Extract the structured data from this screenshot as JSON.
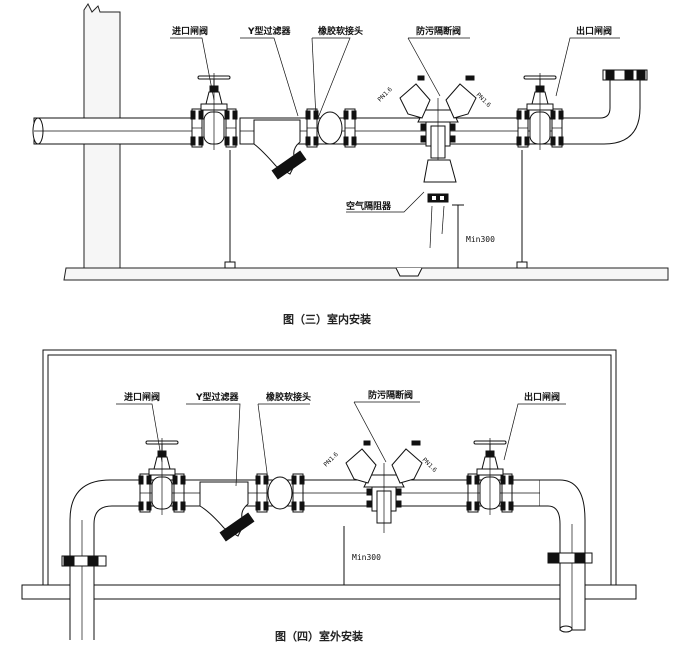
{
  "figure3": {
    "caption": "图（三）室内安装",
    "labels": {
      "inlet_valve": "进口闸阀",
      "y_strainer": "Y型过滤器",
      "rubber_joint": "橡胶软接头",
      "backflow_preventer": "防污隔断阀",
      "outlet_valve": "出口闸阀",
      "air_gap": "空气隔阻器"
    },
    "dimension": "Min300",
    "valve_rating": "PN1.6"
  },
  "figure4": {
    "caption": "图（四）室外安装",
    "labels": {
      "inlet_valve": "进口闸阀",
      "y_strainer": "Y型过滤器",
      "rubber_joint": "橡胶软接头",
      "backflow_preventer": "防污隔断阀",
      "outlet_valve": "出口闸阀"
    },
    "dimension": "Min300",
    "valve_rating": "PN1.6"
  },
  "colors": {
    "line": "#111111",
    "concrete": "#f6f6f6"
  }
}
